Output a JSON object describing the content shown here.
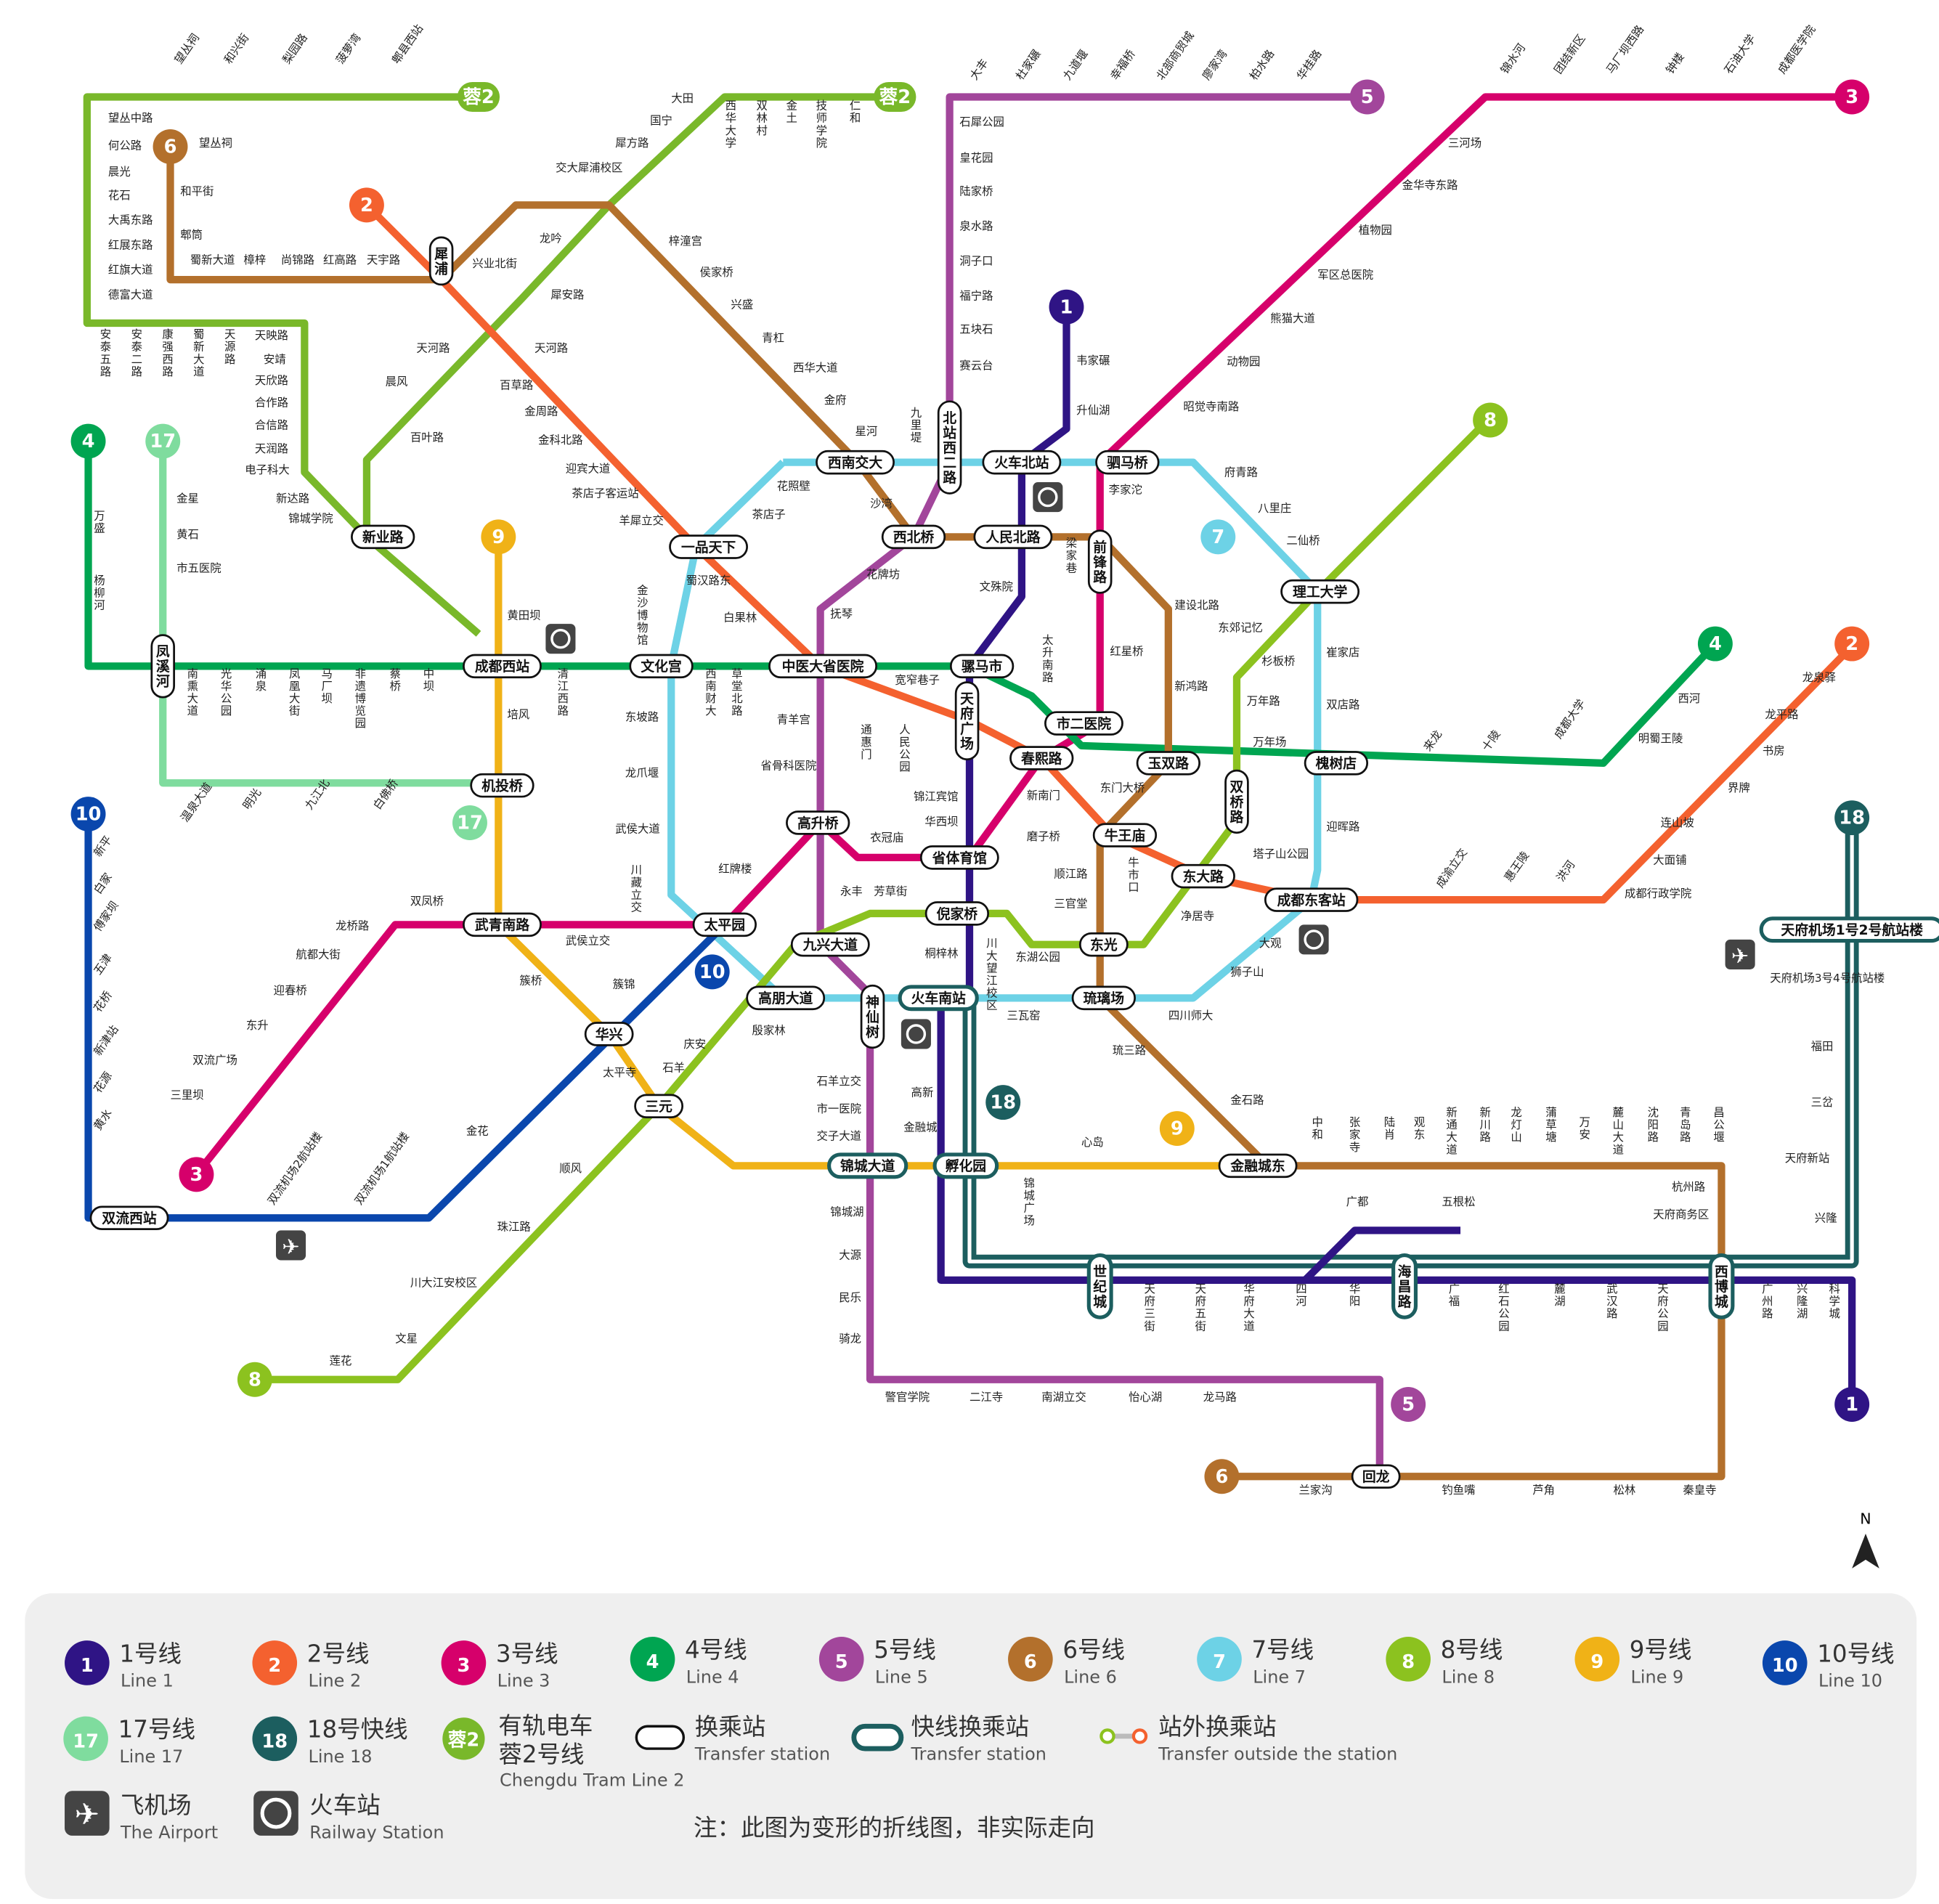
{
  "colors": {
    "L1": "#2f1485",
    "L2": "#f4612f",
    "L3": "#d6006b",
    "L4": "#00a551",
    "L5": "#a2469b",
    "L6": "#b3702c",
    "L7": "#6dd2e6",
    "L8": "#8cc21f",
    "L9": "#f0b217",
    "L10": "#0a47ad",
    "L17": "#7fdc9e",
    "L18": "#1c5e5f",
    "T2": "#79b82a"
  },
  "badges": {
    "L1": "1",
    "L2": "2",
    "L3": "3",
    "L4": "4",
    "L5": "5",
    "L6": "6",
    "L7": "7",
    "L8": "8",
    "L9": "9",
    "L10": "10",
    "L17": "17",
    "L18": "18",
    "T2": "蓉2"
  },
  "transfer_stations": [
    "犀浦",
    "北站西二路",
    "火车北站",
    "驷马桥",
    "西南交大",
    "一品天下",
    "西北桥",
    "人民北路",
    "前锋路",
    "新业路",
    "成都西站",
    "文化宫",
    "中医大省医院",
    "骡马市",
    "天府广场",
    "市二医院",
    "春熙路",
    "玉双路",
    "双桥路",
    "槐树店",
    "理工大学",
    "凤溪河",
    "机投桥",
    "高升桥",
    "省体育馆",
    "牛王庙",
    "东大路",
    "成都东客站",
    "倪家桥",
    "武青南路",
    "太平园",
    "九兴大道",
    "东光",
    "高朋大道",
    "神仙树",
    "火车南站",
    "琉璃场",
    "华兴",
    "三元",
    "锦城大道",
    "孵化园",
    "金融城东",
    "双流西站",
    "世纪城",
    "海昌路",
    "西博城",
    "回龙",
    "天府机场1号2号航站楼"
  ],
  "stations": [
    "望丛祠",
    "和兴街",
    "梨园路",
    "菠萝湾",
    "郫县西站",
    "望丛中路",
    "何公路",
    "晨光",
    "花石",
    "大禹东路",
    "红展东路",
    "红旗大道",
    "德富大道",
    "安泰五路",
    "安泰二路",
    "康强西路",
    "蜀新大道",
    "天源路",
    "天映路",
    "安靖",
    "天欣路",
    "合作路",
    "合信路",
    "天润路",
    "电子科大",
    "新达路",
    "锦城学院",
    "望丛祠",
    "和平街",
    "郫筒",
    "蜀新大道",
    "樟梓",
    "尚锦路",
    "红高路",
    "天宇路",
    "大田",
    "国宁",
    "犀方路",
    "交大犀浦校区",
    "龙吟",
    "梓潼宫",
    "西华大学",
    "双林村",
    "金土",
    "技师学院",
    "仁和",
    "兴业北街",
    "天河路",
    "百草路",
    "金周路",
    "金科北路",
    "迎宾大道",
    "茶店子客运站",
    "羊犀立交",
    "犀安路",
    "天河路",
    "晨风",
    "百叶路",
    "侯家桥",
    "兴盛",
    "青杠",
    "西华大道",
    "金府",
    "星河",
    "大丰",
    "杜家碾",
    "九道堰",
    "幸福桥",
    "北部商贸城",
    "廖家湾",
    "柏水路",
    "华桂路",
    "石犀公园",
    "皇花园",
    "陆家桥",
    "泉水路",
    "洞子口",
    "福宁路",
    "五块石",
    "赛云台",
    "韦家碾",
    "升仙湖",
    "三河场",
    "金华寺东路",
    "植物园",
    "军区总医院",
    "熊猫大道",
    "动物园",
    "昭觉寺南路",
    "李家沱",
    "锦水河",
    "团结新区",
    "马厂坝西路",
    "钟楼",
    "石油大学",
    "成都医学院",
    "府青路",
    "八里庄",
    "二仙桥",
    "崔家店",
    "双店路",
    "迎晖路",
    "大观",
    "狮子山",
    "四川师大",
    "三瓦窑",
    "东湖公园",
    "川大望江校区",
    "桐梓林",
    "华西坝",
    "锦江宾馆",
    "新南门",
    "磨子桥",
    "顺江路",
    "三官堂",
    "花照壁",
    "茶店子",
    "沙湾",
    "花牌坊",
    "抚琴",
    "蜀汉路东",
    "白果林",
    "金沙博物馆",
    "东坡路",
    "龙爪堰",
    "武侯大道",
    "川藏立交",
    "红牌楼",
    "万盛",
    "杨柳河",
    "南熏大道",
    "光华公园",
    "涌泉",
    "凤凰大街",
    "马厂坝",
    "非遗博览园",
    "蔡桥",
    "中坝",
    "清江西路",
    "西南财大",
    "草堂北路",
    "宽窄巷子",
    "太升南路",
    "来龙",
    "十陵",
    "成都大学",
    "明蜀王陵",
    "西河",
    "成渝立交",
    "惠王陵",
    "洪河",
    "成都行政学院",
    "大面铺",
    "连山坡",
    "界牌",
    "书房",
    "龙平路",
    "龙泉驿",
    "塔子山公园",
    "东门大桥",
    "人民公园",
    "通惠门",
    "青羊宫",
    "省骨科医院",
    "净居寺",
    "黄田坝",
    "培风",
    "武侯立交",
    "簇桥",
    "簇锦",
    "太平寺",
    "石羊",
    "庆安",
    "双凤桥",
    "龙桥路",
    "航都大街",
    "迎春桥",
    "东升",
    "双流广场",
    "三里坝",
    "新平",
    "白家",
    "傅家坝",
    "五津",
    "花桥",
    "新津站",
    "花源",
    "黄水",
    "金花",
    "双流机场2航站楼",
    "双流机场1航站楼",
    "金星",
    "黄石",
    "市五医院",
    "温泉大道",
    "明光",
    "九江北",
    "白佛桥",
    "殷家林",
    "石羊立交",
    "市一医院",
    "交子大道",
    "顺风",
    "珠江路",
    "川大江安校区",
    "文星",
    "莲花",
    "永丰",
    "芳草街",
    "衣冠庙",
    "锦城湖",
    "大源",
    "民乐",
    "骑龙",
    "警官学院",
    "二江寺",
    "南湖立交",
    "怡心湖",
    "龙马路",
    "高新",
    "金融城",
    "锦城广场",
    "天府三街",
    "天府五街",
    "华府大道",
    "四河",
    "华阳",
    "广都",
    "五根松",
    "广福",
    "红石公园",
    "麓湖",
    "武汉路",
    "天府公园",
    "广州路",
    "兴隆湖",
    "科学城",
    "兰家沟",
    "钓鱼嘴",
    "芦角",
    "松林",
    "秦皇寺",
    "琉三路",
    "金石路",
    "心岛",
    "中和",
    "张家寺",
    "陆肖",
    "观东",
    "新通大道",
    "新川路",
    "龙灯山",
    "蒲草塘",
    "万安",
    "麓山大道",
    "沈阳路",
    "青岛路",
    "昌公堰",
    "杭州路",
    "天府商务区",
    "天府新站",
    "三岔",
    "福田",
    "天府机场3号4号航站楼",
    "兴隆",
    "梁家巷",
    "建设北路",
    "东郊记忆",
    "新鸿路",
    "杉板桥",
    "万年路",
    "万年场",
    "红星桥",
    "牛市口",
    "文殊院",
    "九里堤"
  ],
  "north_label": "N",
  "legend": {
    "lines": [
      {
        "key": "L1",
        "cn": "1号线",
        "en": "Line 1"
      },
      {
        "key": "L2",
        "cn": "2号线",
        "en": "Line 2"
      },
      {
        "key": "L3",
        "cn": "3号线",
        "en": "Line 3"
      },
      {
        "key": "L4",
        "cn": "4号线",
        "en": "Line 4"
      },
      {
        "key": "L5",
        "cn": "5号线",
        "en": "Line 5"
      },
      {
        "key": "L6",
        "cn": "6号线",
        "en": "Line 6"
      },
      {
        "key": "L7",
        "cn": "7号线",
        "en": "Line 7"
      },
      {
        "key": "L8",
        "cn": "8号线",
        "en": "Line 8"
      },
      {
        "key": "L9",
        "cn": "9号线",
        "en": "Line 9"
      },
      {
        "key": "L10",
        "cn": "10号线",
        "en": "Line 10"
      },
      {
        "key": "L17",
        "cn": "17号线",
        "en": "Line 17"
      },
      {
        "key": "L18",
        "cn": "18号快线",
        "en": "Line 18"
      }
    ],
    "tram": {
      "cn1": "有轨电车",
      "cn2": "蓉2号线",
      "en": "Chengdu Tram Line 2"
    },
    "transfer": {
      "cn": "换乘站",
      "en": "Transfer station"
    },
    "express_transfer": {
      "cn": "快线换乘站",
      "en": "Transfer station"
    },
    "outside_transfer": {
      "cn": "站外换乘站",
      "en": "Transfer outside the station"
    },
    "airport": {
      "cn": "飞机场",
      "en": "The Airport"
    },
    "railway": {
      "cn": "火车站",
      "en": "Railway Station"
    },
    "note": "注：此图为变形的折线图，非实际走向"
  }
}
